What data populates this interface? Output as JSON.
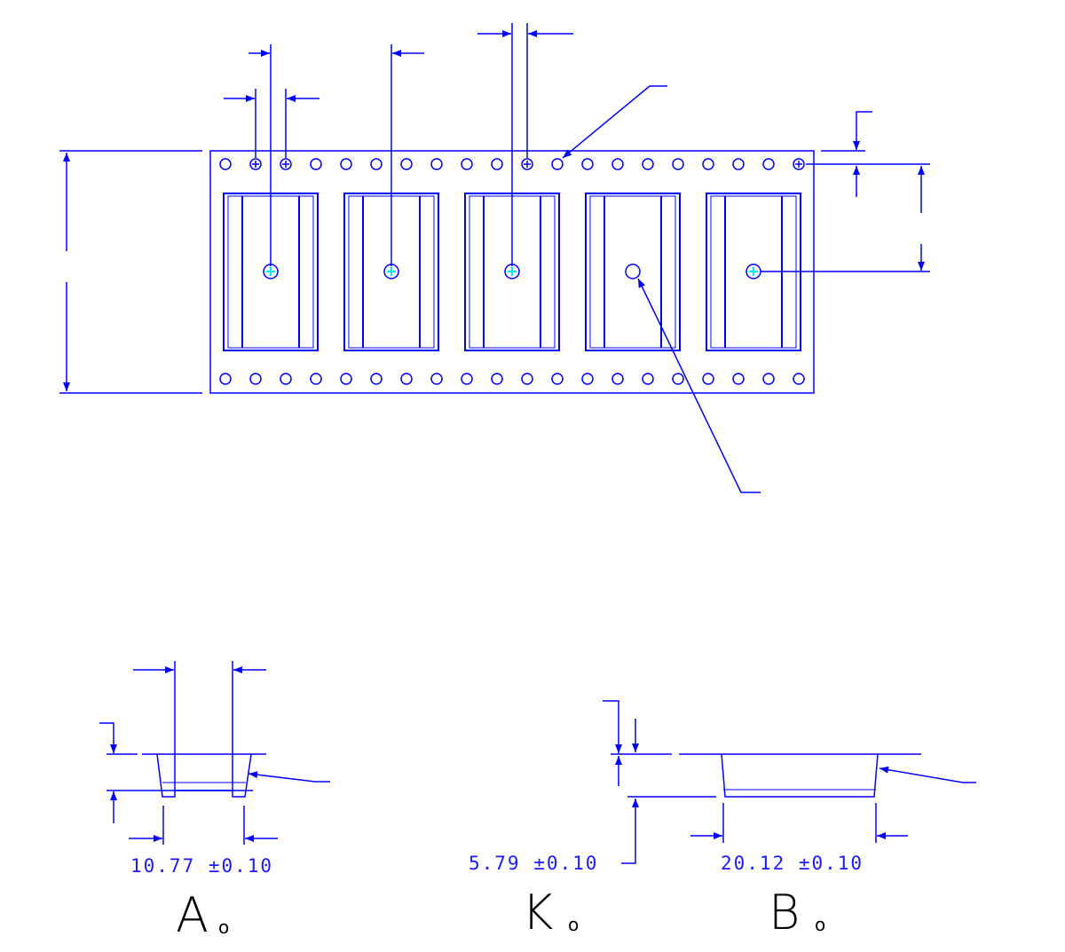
{
  "colors": {
    "line": "#0000ff",
    "center_mark": "#00e5ff",
    "label": "#000000"
  },
  "tape": {
    "sprocket_holes_per_row": 20,
    "pockets": 5,
    "marked_top_holes": [
      1,
      2,
      10,
      19
    ],
    "centered_pockets": [
      0,
      1,
      2,
      4
    ]
  },
  "dimensions": {
    "a0": {
      "value": "10.77 ±0.10",
      "label": "A",
      "subscript": "o"
    },
    "k0": {
      "value": "5.79 ±0.10",
      "label": "K",
      "subscript": "o"
    },
    "b0": {
      "value": "20.12 ±0.10",
      "label": "B",
      "subscript": "o"
    }
  }
}
